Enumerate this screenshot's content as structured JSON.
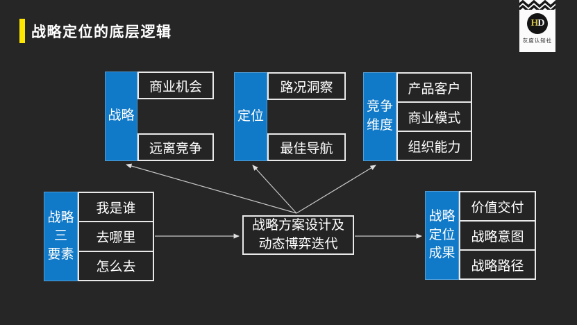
{
  "title": {
    "text": "战略定位的底层逻辑"
  },
  "logo": {
    "monogram_h": "H",
    "monogram_d": "D",
    "name": "灰度认知社"
  },
  "colors": {
    "background": "#262626",
    "accent_blue": "#1079c8",
    "accent_yellow": "#ffe600",
    "box_border": "#e9e9e9",
    "arrow": "#c9c9c9"
  },
  "diagram": {
    "top_groups": [
      {
        "label": "战略",
        "items": [
          "商业机会",
          "远离竞争"
        ]
      },
      {
        "label": "定位",
        "items": [
          "路况洞察",
          "最佳导航"
        ]
      },
      {
        "label": "竞争\n维度",
        "items": [
          "产品客户",
          "商业模式",
          "组织能力"
        ]
      }
    ],
    "left_group": {
      "label": "战略\n三\n要素",
      "items": [
        "我是谁",
        "去哪里",
        "怎么去"
      ]
    },
    "center_box": {
      "text": "战略方案设计及\n动态博弈迭代"
    },
    "right_group": {
      "label": "战略\n定位\n成果",
      "items": [
        "价值交付",
        "战略意图",
        "战略路径"
      ]
    }
  }
}
